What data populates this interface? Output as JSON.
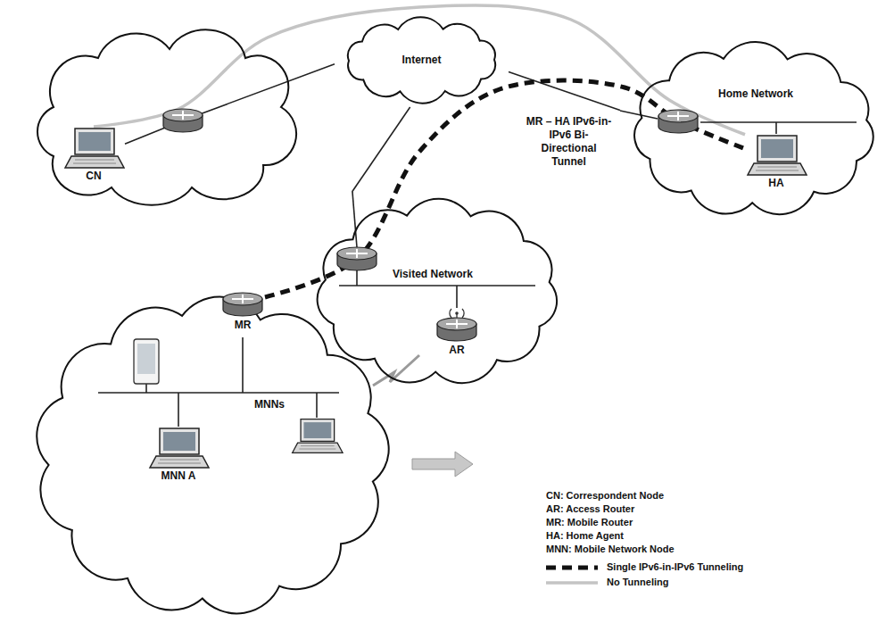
{
  "diagram": {
    "nodes": [
      {
        "text": [
          "CN"
        ]
      },
      {
        "text": [
          "Internet"
        ]
      },
      {
        "text": [
          "Home Network"
        ]
      },
      {
        "text": [
          "HA"
        ],
        "in": 2
      },
      {
        "text": [
          "Visited Network"
        ]
      },
      {
        "text": [
          "AR"
        ],
        "in": 4
      },
      {
        "text": [
          "MNNs"
        ]
      },
      {
        "text": [
          "MR"
        ],
        "in": 6
      },
      {
        "text": [
          "MNN A"
        ],
        "in": 6
      }
    ],
    "edges": [
      {
        "from": 0,
        "to": 1,
        "arrow": "none"
      },
      {
        "from": 1,
        "to": 2,
        "arrow": "none"
      },
      {
        "from": 1,
        "to": 4,
        "arrow": "none"
      },
      {
        "from": 7,
        "to": 3,
        "label": "MR – HA IPv6-in-IPv6 Bi-Directional Tunnel",
        "arrow": "none"
      },
      {
        "from": 0,
        "to": 3,
        "arrow": "none"
      }
    ],
    "legend": [
      {
        "text": "CN: Correspondent Node"
      },
      {
        "text": "AR: Access Router"
      },
      {
        "text": "MR: Mobile Router"
      },
      {
        "text": "HA: Home Agent"
      },
      {
        "text": "MNN: Mobile Network Node"
      },
      {
        "text": "Single IPv6-in-IPv6 Tunneling"
      },
      {
        "text": "No Tunneling"
      }
    ]
  }
}
